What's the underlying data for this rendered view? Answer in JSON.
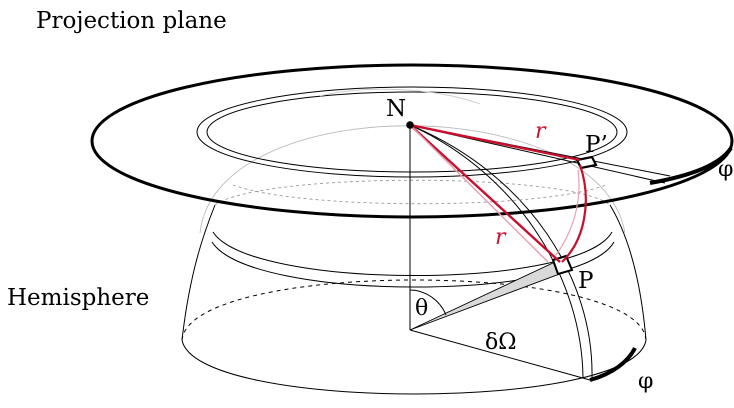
{
  "labels": {
    "projection_plane": "Projection plane",
    "hemisphere": "Hemisphere",
    "north_pole": "N",
    "point_p": "P",
    "point_p_prime": "P’",
    "radius_upper": "r",
    "radius_lower": "r",
    "theta": "θ",
    "solid_angle": "δΩ",
    "phi_plane": "φ",
    "phi_hemisphere": "φ"
  },
  "colors": {
    "ink": "#000000",
    "accent_red": "#c8102e",
    "faint_red": "#e8a0b0",
    "hidden_line": "#999999",
    "wedge_fill": "#d9d9d9"
  }
}
